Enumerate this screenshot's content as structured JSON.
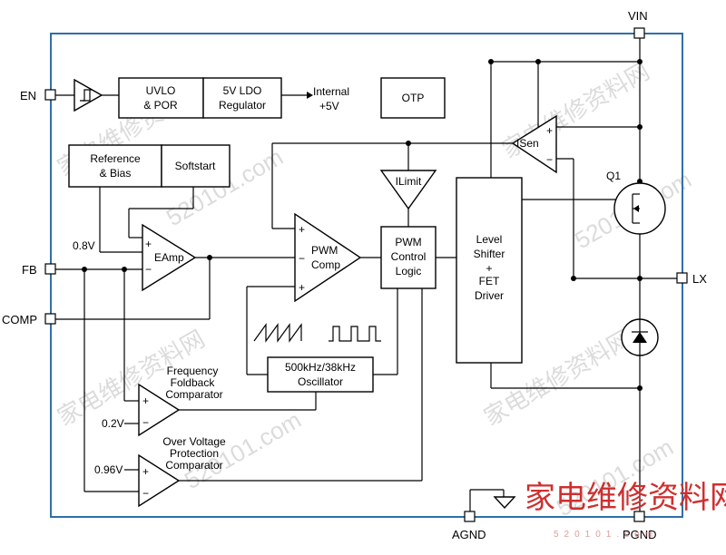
{
  "pins": {
    "vin": "VIN",
    "en": "EN",
    "fb": "FB",
    "comp": "COMP",
    "lx": "LX",
    "agnd": "AGND",
    "pgnd": "PGND"
  },
  "blocks": {
    "uvlo": [
      "UVLO",
      "& POR"
    ],
    "ldo": [
      "5V LDO",
      "Regulator"
    ],
    "internal_5v": [
      "Internal",
      "+5V"
    ],
    "otp": "OTP",
    "ref_bias": [
      "Reference",
      "& Bias"
    ],
    "softstart": "Softstart",
    "eamp": "EAmp",
    "pwm_comp": [
      "PWM",
      "Comp"
    ],
    "ilimit": "ILimit",
    "pwm_logic": [
      "PWM",
      "Control",
      "Logic"
    ],
    "level_shifter": [
      "Level",
      "Shifter",
      "+",
      "FET",
      "Driver"
    ],
    "isen": "ISen",
    "q1": "Q1",
    "oscillator": [
      "500kHz/38kHz",
      "Oscillator"
    ],
    "freq_foldback": [
      "Frequency",
      "Foldback",
      "Comparator"
    ],
    "ovp": [
      "Over Voltage",
      "Protection",
      "Comparator"
    ]
  },
  "voltages": {
    "ref_0_8": "0.8V",
    "ref_0_2": "0.2V",
    "ref_0_96": "0.96V"
  },
  "signs": {
    "plus": "+",
    "minus": "−"
  },
  "watermarks": {
    "gray_cn": "家电维修资料网",
    "gray_num": "520101.com",
    "red_cn": "家电维修资料网",
    "red_url": "520101.com"
  },
  "colors": {
    "frame": "#2f6fa8",
    "watermark_gray": "#bfbfbf",
    "watermark_red": "#cf2f2f"
  }
}
